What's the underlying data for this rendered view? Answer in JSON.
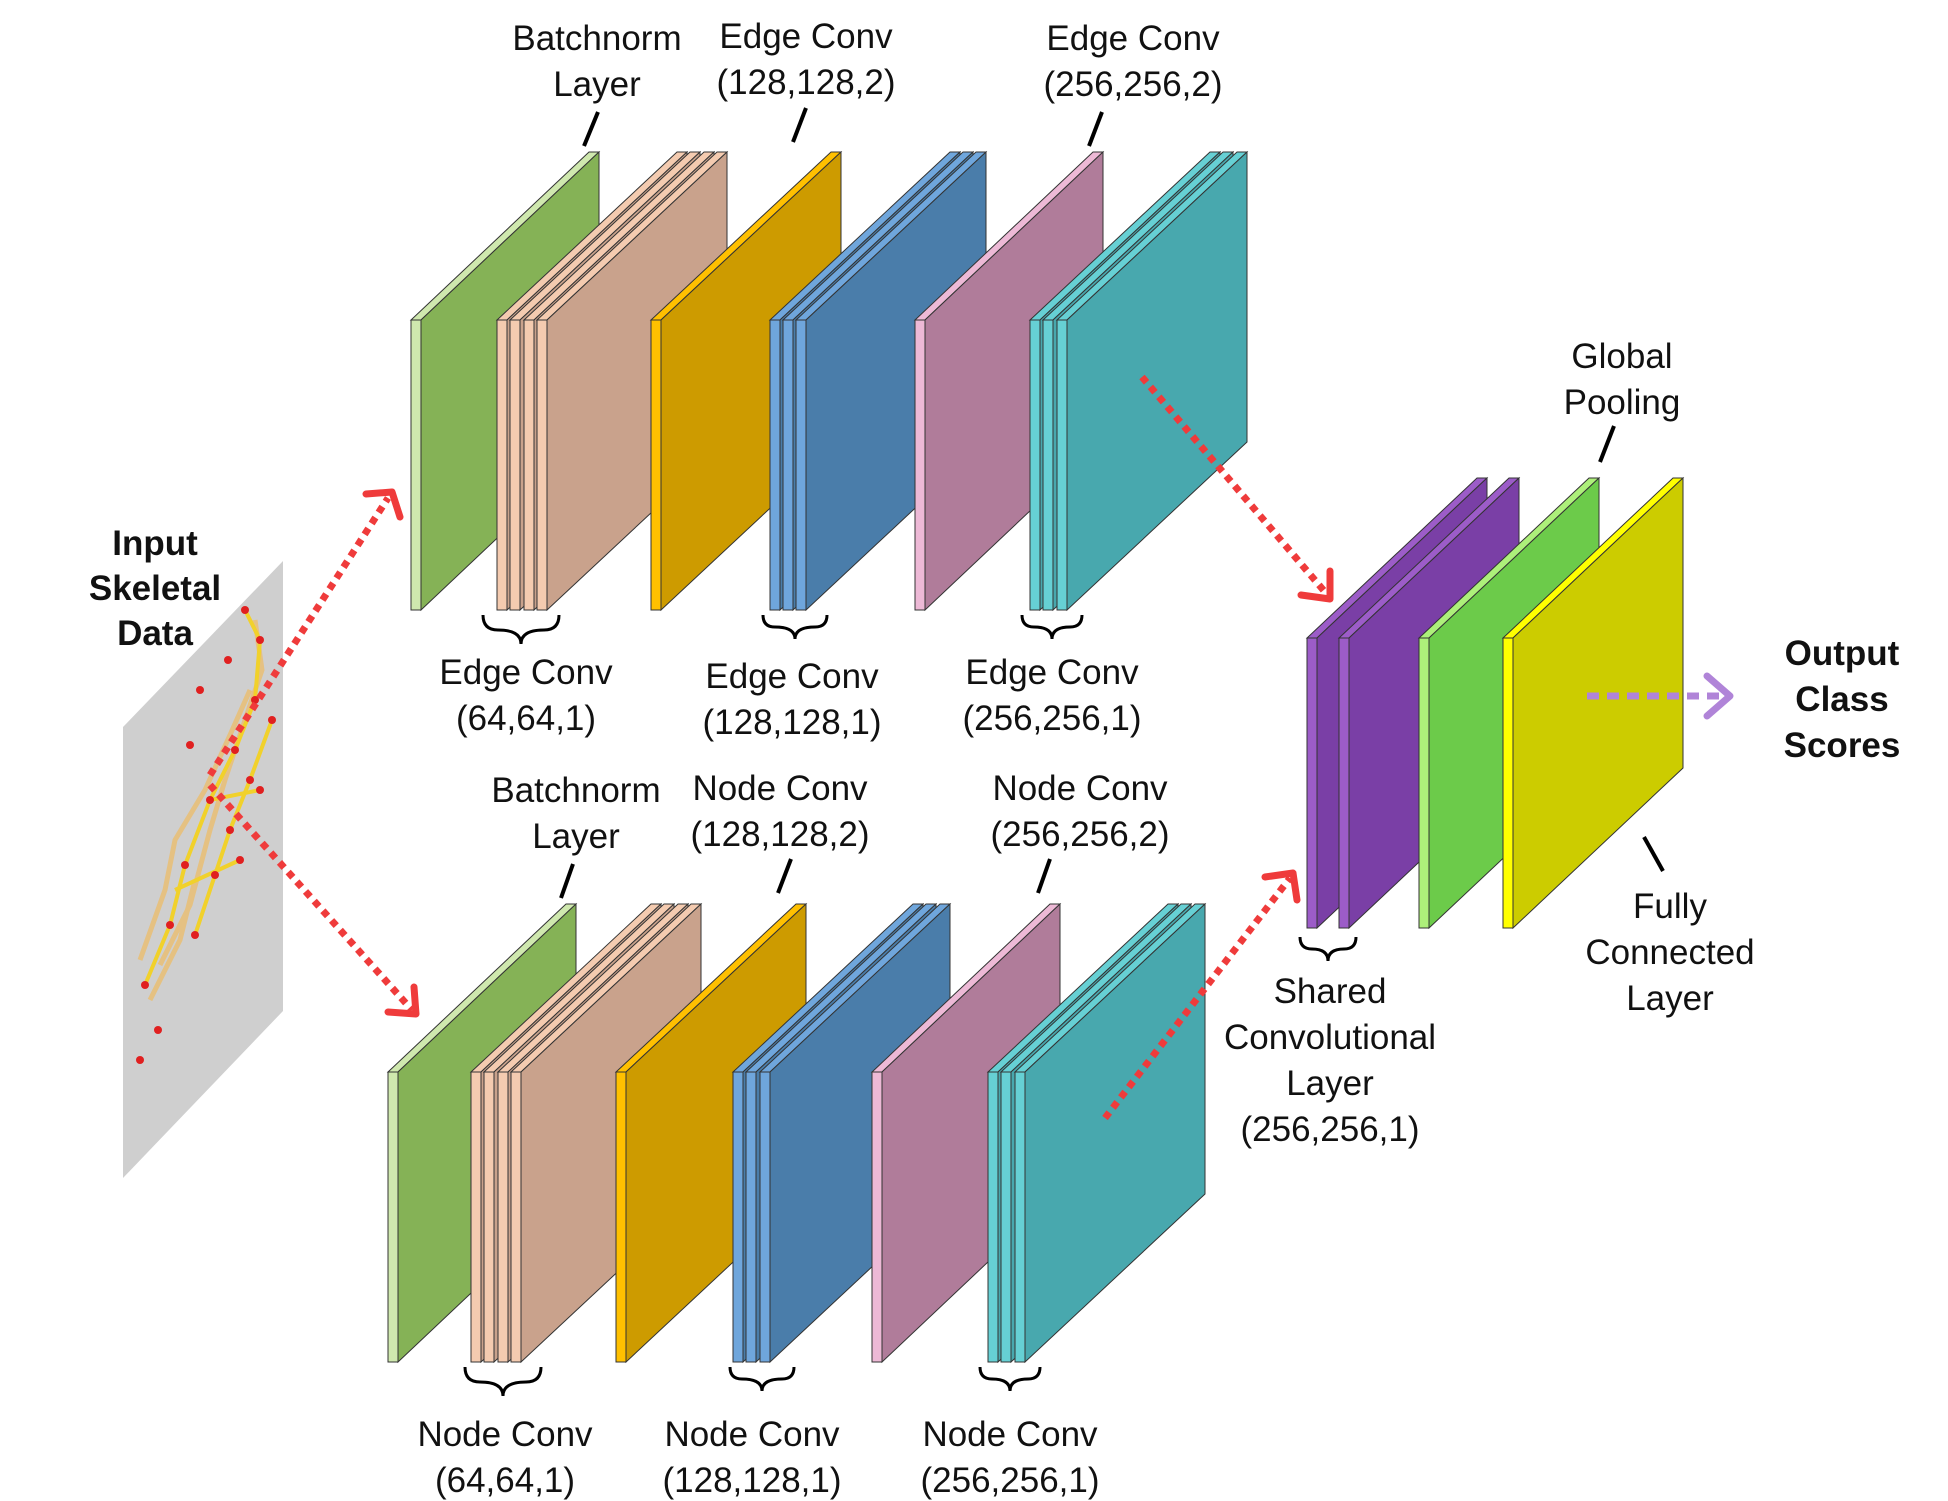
{
  "colors": {
    "bn_front": "#85B256",
    "bn_side": "#CFE8AE",
    "conv64_front": "#C9A28C",
    "conv64_side": "#F4CBB0",
    "conv128_2_front": "#CD9B00",
    "conv128_2_side": "#FFC000",
    "conv128_1_front": "#4A7DAA",
    "conv128_1_side": "#6FA6DC",
    "conv256_2_front": "#B07C9A",
    "conv256_2_side": "#EDB9D6",
    "conv256_1_front": "#48A8AE",
    "conv256_1_side": "#66D0D4",
    "shared_front": "#7A3FA6",
    "shared_side": "#9C5CC8",
    "pool_front": "#6CCB4A",
    "pool_side": "#ADF07A",
    "fc_front": "#CCCC00",
    "fc_side": "#FFFF00",
    "arrow": "#EF3B3B",
    "output_arrow": "#B084D8"
  },
  "input": {
    "label": [
      "Input",
      "Skeletal",
      "Data"
    ],
    "image": "skeleton-image"
  },
  "edge_stream": {
    "top_labels": {
      "batchnorm": [
        "Batchnorm",
        "Layer"
      ],
      "conv128_2": [
        "Edge Conv",
        "(128,128,2)"
      ],
      "conv256_2": [
        "Edge Conv",
        "(256,256,2)"
      ]
    },
    "bottom_labels": {
      "conv64_1": [
        "Edge Conv",
        "(64,64,1)"
      ],
      "conv128_1": [
        "Edge Conv",
        "(128,128,1)"
      ],
      "conv256_1": [
        "Edge Conv",
        "(256,256,1)"
      ]
    }
  },
  "node_stream": {
    "top_labels": {
      "batchnorm": [
        "Batchnorm",
        "Layer"
      ],
      "conv128_2": [
        "Node Conv",
        "(128,128,2)"
      ],
      "conv256_2": [
        "Node Conv",
        "(256,256,2)"
      ]
    },
    "bottom_labels": {
      "conv64_1": [
        "Node Conv",
        "(64,64,1)"
      ],
      "conv128_1": [
        "Node Conv",
        "(128,128,1)"
      ],
      "conv256_1": [
        "Node Conv",
        "(256,256,1)"
      ]
    }
  },
  "shared": {
    "label": [
      "Shared",
      "Convolutional",
      "Layer",
      "(256,256,1)"
    ]
  },
  "pooling": {
    "label": [
      "Global",
      "Pooling"
    ]
  },
  "fc": {
    "label": [
      "Fully",
      "Connected",
      "Layer"
    ]
  },
  "output": {
    "label": [
      "Output",
      "Class",
      "Scores"
    ]
  }
}
